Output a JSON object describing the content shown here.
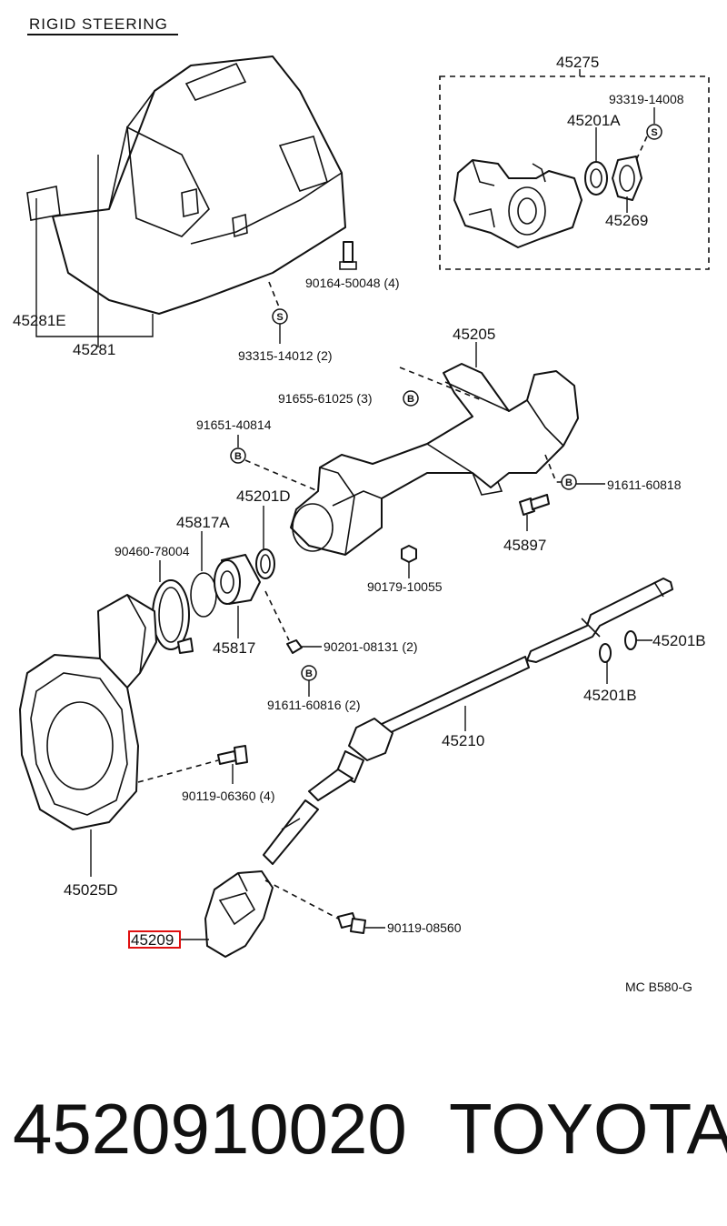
{
  "title": "RIGID STEERING",
  "figure_code": "MC  B580-G",
  "footer": {
    "part_number": "4520910020",
    "brand": "TOYOTA"
  },
  "highlight_color": "#e01010",
  "labels": {
    "p45275": "45275",
    "p93319_14008": "93319-14008",
    "p45201A": "45201A",
    "p45269": "45269",
    "p90164_50048": "90164-50048 (4)",
    "p45281E": "45281E",
    "p45281": "45281",
    "p93315_14012": "93315-14012 (2)",
    "p45205": "45205",
    "p91655_61025": "91655-61025 (3)",
    "p91651_40814": "91651-40814",
    "p91611_60818": "91611-60818",
    "p45201D": "45201D",
    "p45817A": "45817A",
    "p90460_78004": "90460-78004",
    "p45897": "45897",
    "p90179_10055": "90179-10055",
    "p45817": "45817",
    "p90201_08131": "90201-08131 (2)",
    "p45201B_upper": "45201B",
    "p45201B_lower": "45201B",
    "p91611_60816": "91611-60816 (2)",
    "p45210": "45210",
    "p90119_06360": "90119-06360 (4)",
    "p45025D": "45025D",
    "p90119_08560": "90119-08560",
    "p45209": "45209"
  },
  "symbols": {
    "s": "S",
    "b": "B"
  }
}
